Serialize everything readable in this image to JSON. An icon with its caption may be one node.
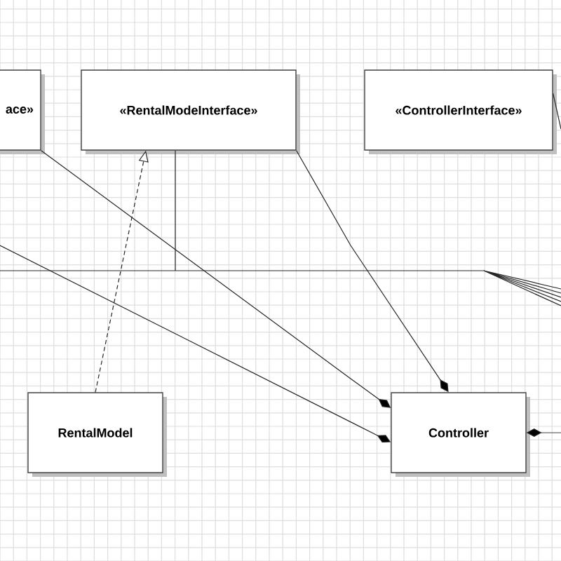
{
  "diagram": {
    "nodes": [
      {
        "text": [
          "ace»"
        ]
      },
      {
        "text": [
          "«RentalModeInterface»"
        ]
      },
      {
        "text": [
          "«ControllerInterface»"
        ]
      },
      {
        "text": [
          "RentalModel"
        ]
      },
      {
        "text": [
          "Controller"
        ]
      }
    ],
    "edges": [
      {
        "from": 0,
        "to": 4,
        "arrow": "other"
      },
      {
        "from": null,
        "to": 4,
        "arrow": "other"
      },
      {
        "from": 1,
        "to": 4,
        "arrow": "other"
      },
      {
        "from": 3,
        "to": 1,
        "arrow": "to",
        "style": "dashed"
      },
      {
        "from": 4,
        "to": null,
        "arrow": "other"
      },
      {
        "from": 1,
        "to": null,
        "arrow": "none"
      },
      {
        "from": 2,
        "to": null,
        "arrow": "none"
      }
    ]
  }
}
